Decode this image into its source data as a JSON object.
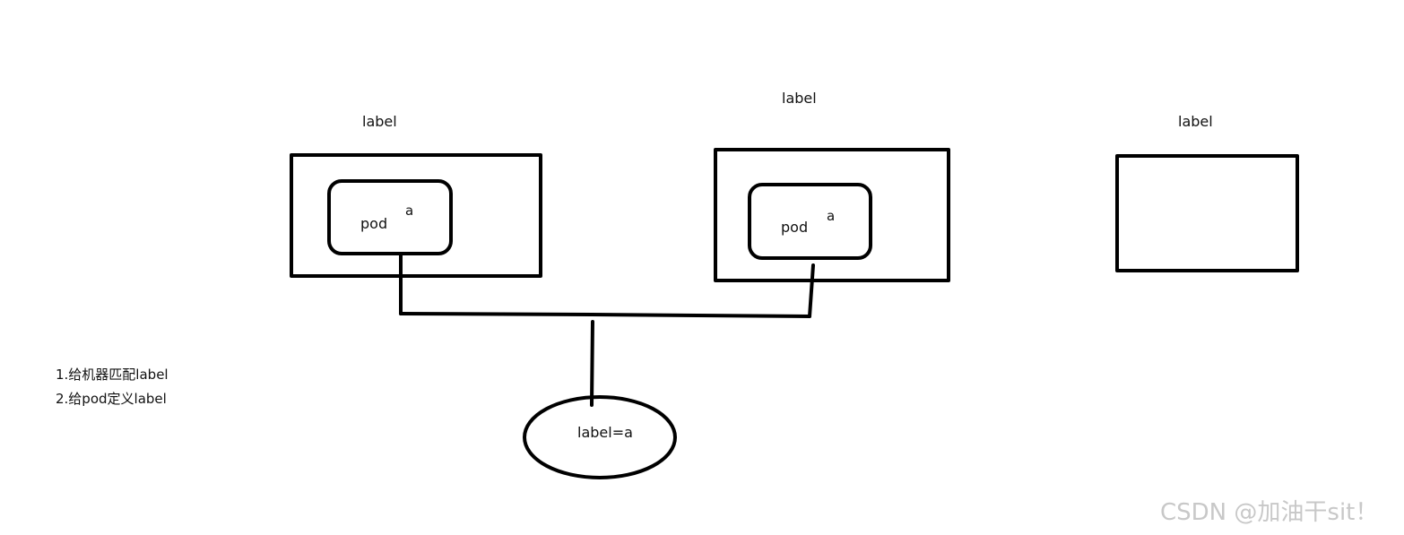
{
  "diagram": {
    "nodes": {
      "node1": {
        "label": "label",
        "pod": {
          "label": "pod",
          "tag": "a"
        }
      },
      "node2": {
        "label": "label",
        "pod": {
          "label": "pod",
          "tag": "a"
        }
      },
      "node3": {
        "label": "label"
      }
    },
    "selector": {
      "label": "label=a"
    },
    "notes": [
      "1.给机器匹配label",
      "2.给pod定义label"
    ],
    "watermark": "CSDN @加油干sit！"
  }
}
